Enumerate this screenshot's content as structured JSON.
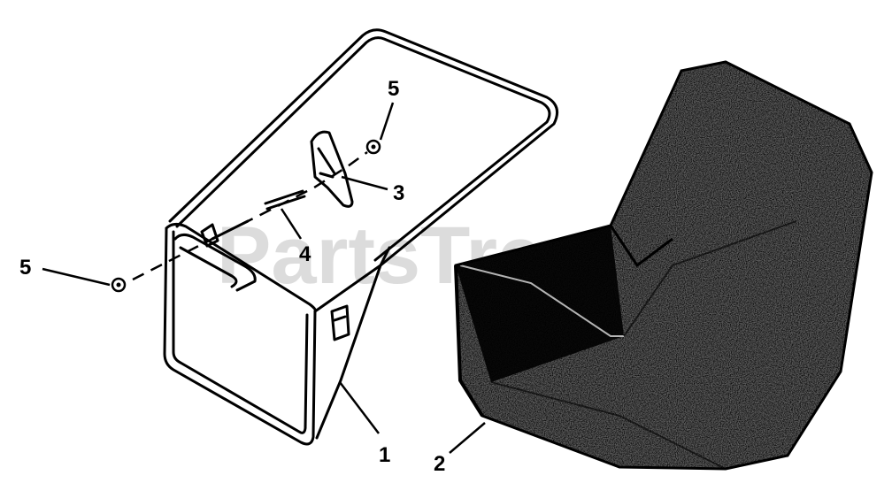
{
  "watermark": "PartsTree",
  "callouts": [
    {
      "id": "1",
      "label": "1"
    },
    {
      "id": "2",
      "label": "2"
    },
    {
      "id": "3",
      "label": "3"
    },
    {
      "id": "4",
      "label": "4"
    },
    {
      "id": "5a",
      "label": "5"
    },
    {
      "id": "5b",
      "label": "5"
    }
  ],
  "colors": {
    "line": "#000000",
    "bag_fill": "#6a6a6a",
    "watermark": "#d6d6d6"
  }
}
